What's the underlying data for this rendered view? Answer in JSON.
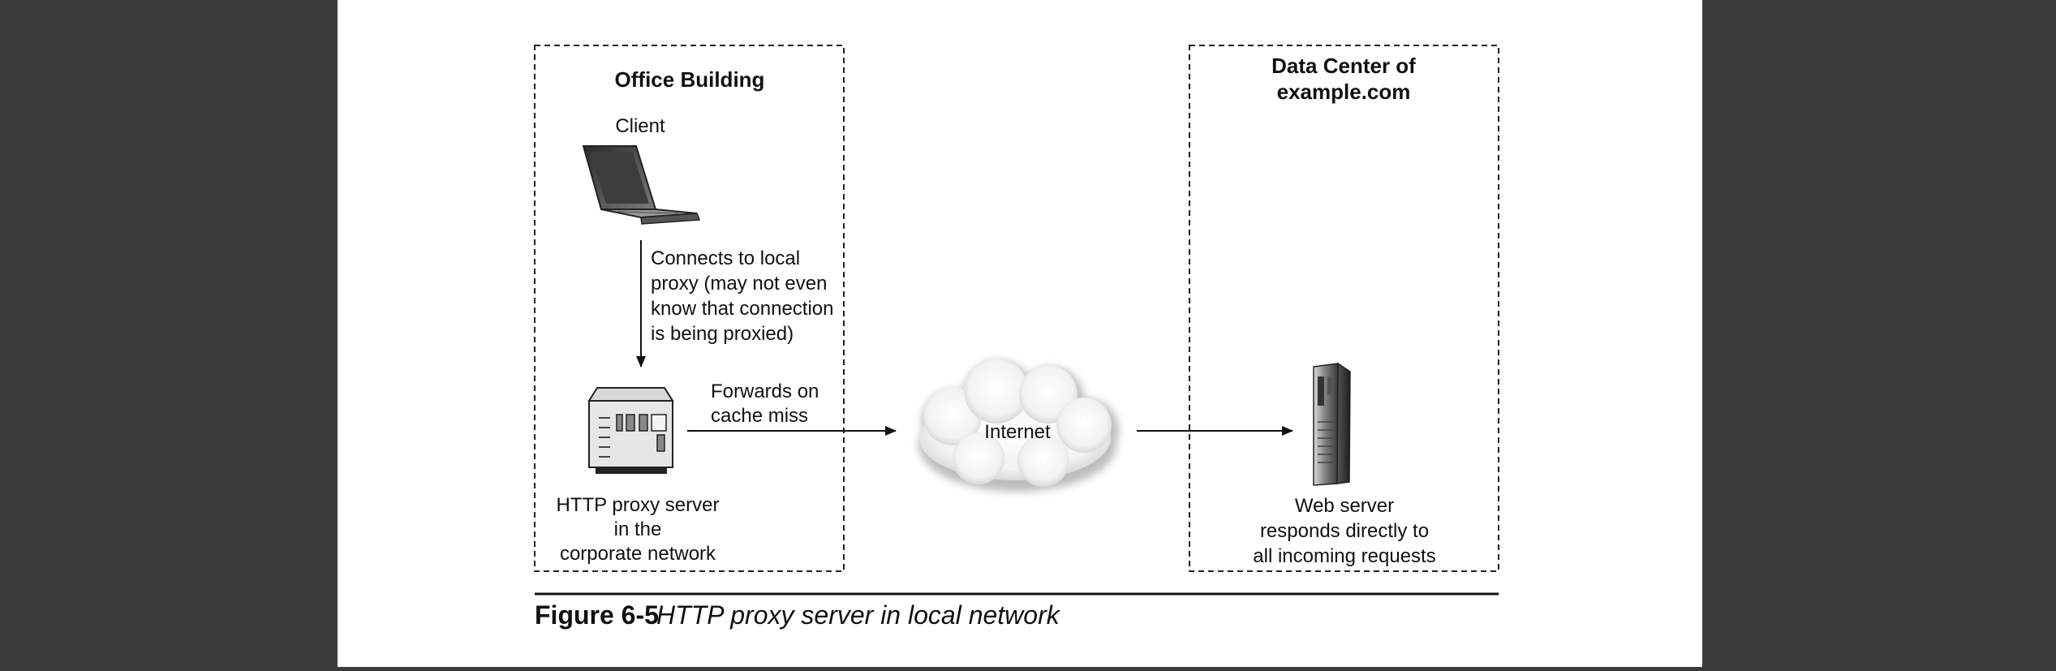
{
  "diagram": {
    "office_box": {
      "title": "Office Building"
    },
    "datacenter_box": {
      "title_lines": [
        "Data Center of",
        "example.com"
      ]
    },
    "client": {
      "label": "Client"
    },
    "client_to_proxy": {
      "label_lines": [
        "Connects to local",
        "proxy (may not even",
        "know that connection",
        "is being proxied)"
      ]
    },
    "proxy": {
      "label_lines": [
        "HTTP proxy server",
        "in the",
        "corporate network"
      ]
    },
    "proxy_to_internet": {
      "label_lines": [
        "Forwards on",
        "cache miss"
      ]
    },
    "internet": {
      "label": "Internet"
    },
    "web_server": {
      "label_lines": [
        "Web server",
        "responds directly to",
        "all incoming requests"
      ]
    }
  },
  "caption": {
    "number": "Figure 6-5",
    "text": "HTTP proxy server in local network"
  }
}
